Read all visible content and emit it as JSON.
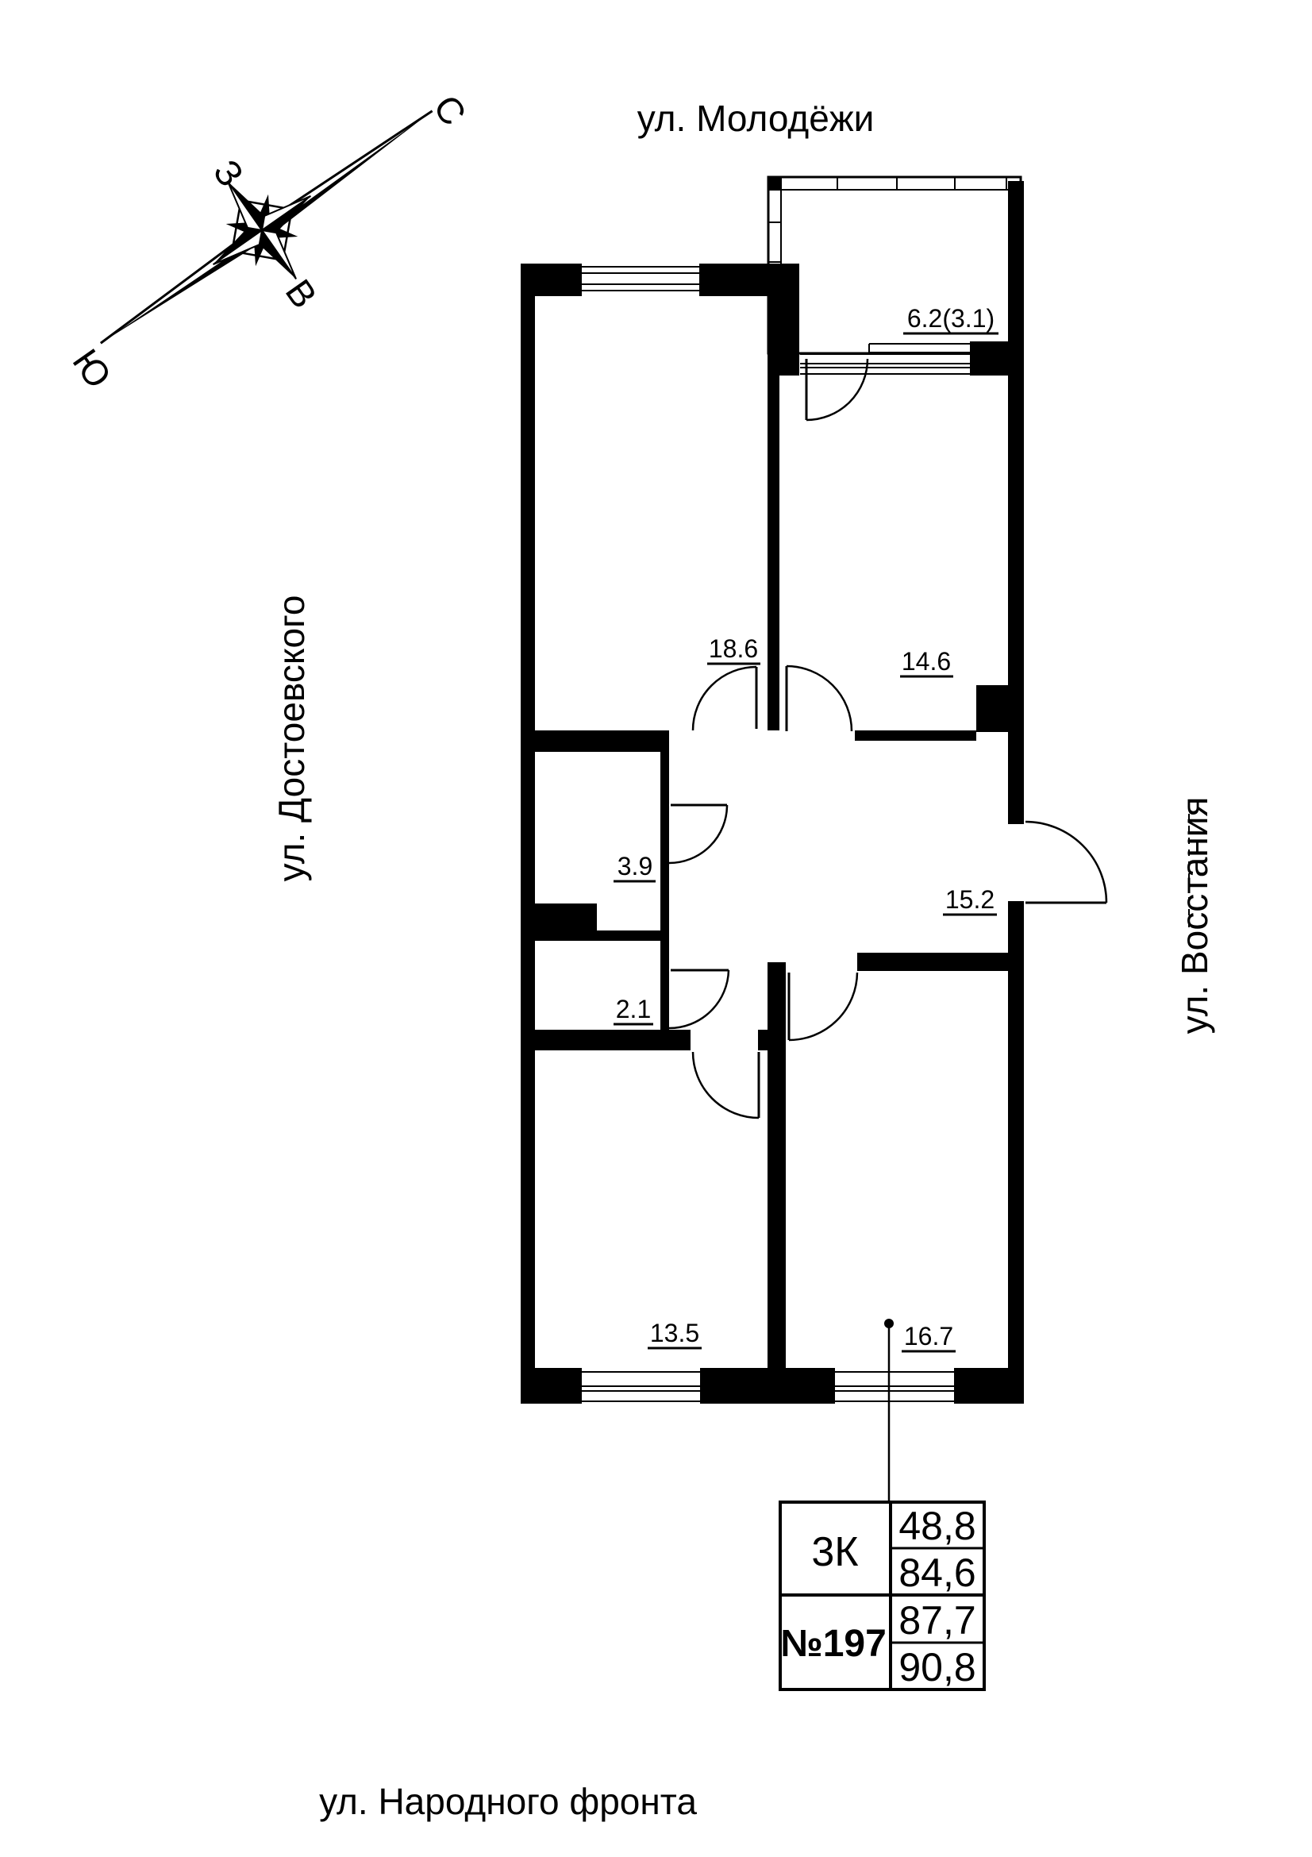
{
  "streets": {
    "top": "ул. Молодёжи",
    "left": "ул. Достоевского",
    "right": "ул. Восстания",
    "bottom": "ул. Народного фронта"
  },
  "compass": {
    "north": "С",
    "south": "Ю",
    "west": "З",
    "east": "В"
  },
  "rooms": [
    {
      "name": "balcony",
      "area": "6.2(3.1)"
    },
    {
      "name": "living-room",
      "area": "18.6"
    },
    {
      "name": "kitchen",
      "area": "14.6"
    },
    {
      "name": "bathroom",
      "area": "3.9"
    },
    {
      "name": "hallway",
      "area": "15.2"
    },
    {
      "name": "toilet",
      "area": "2.1"
    },
    {
      "name": "bedroom-1",
      "area": "13.5"
    },
    {
      "name": "bedroom-2",
      "area": "16.7"
    }
  ],
  "info_table": {
    "rooms_label": "3К",
    "apartment_number": "№197",
    "living_area": "48,8",
    "area_mid_1": "84,6",
    "area_mid_2": "87,7",
    "total_area": "90,8"
  },
  "colors": {
    "ink": "#000000",
    "paper": "#ffffff"
  }
}
